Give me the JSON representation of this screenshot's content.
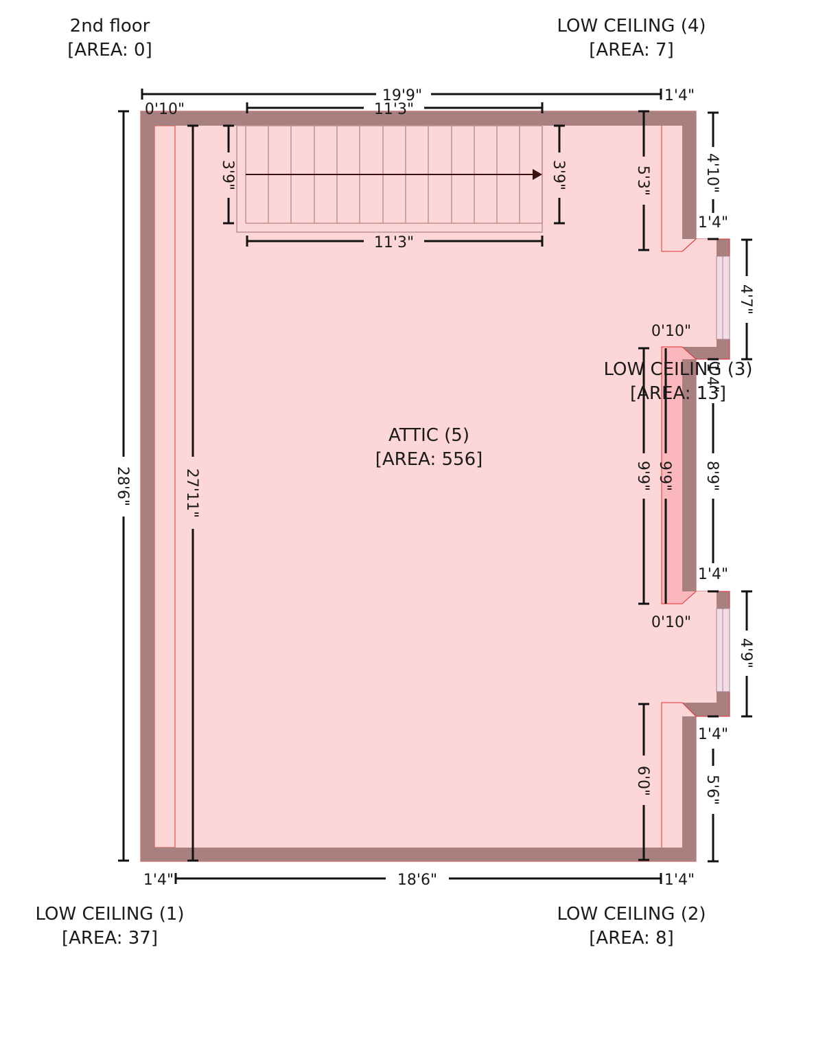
{
  "colors": {
    "wall": "#a88080",
    "room_fill": "#fdd6d8",
    "room_outline": "#e03030",
    "strip_fill": "#fbb8bc",
    "window_fill": "#f0dde6",
    "dim_color": "#111111"
  },
  "floor": {
    "name": "2nd floor",
    "area": "[AREA: 0]"
  },
  "rooms": {
    "attic": {
      "name": "ATTIC (5)",
      "area": "[AREA: 556]"
    },
    "low1": {
      "name": "LOW CEILING (1)",
      "area": "[AREA: 37]"
    },
    "low2": {
      "name": "LOW CEILING (2)",
      "area": "[AREA: 8]"
    },
    "low3": {
      "name": "LOW CEILING (3)",
      "area": "[AREA: 13]"
    },
    "low4": {
      "name": "LOW CEILING (4)",
      "area": "[AREA: 7]"
    }
  },
  "dimensions": {
    "top_overall": "19'9\"",
    "top_right_wall": "1'4\"",
    "top_left_gap": "0'10\"",
    "stair_top": "11'3\"",
    "stair_bottom": "11'3\"",
    "stair_left": "3'9\"",
    "stair_right": "3'9\"",
    "left_overall": "28'6\"",
    "left_inner": "27'11\"",
    "right_5_3": "5'3\"",
    "right_4_10": "4'10\"",
    "bump1_top": "1'4\"",
    "bump1_height": "4'7\"",
    "bump1_gap": "0'10\"",
    "bump1_bottom": "1'4\"",
    "strip_9_9a": "9'9\"",
    "strip_9_9b": "9'9\"",
    "right_8_9": "8'9\"",
    "bump2_top": "1'4\"",
    "bump2_gap": "0'10\"",
    "bump2_height": "4'9\"",
    "bump2_bottom": "1'4\"",
    "right_6_0": "6'0\"",
    "right_5_6": "5'6\"",
    "bottom_left_wall": "1'4\"",
    "bottom_overall": "18'6\"",
    "bottom_right_wall": "1'4\""
  }
}
